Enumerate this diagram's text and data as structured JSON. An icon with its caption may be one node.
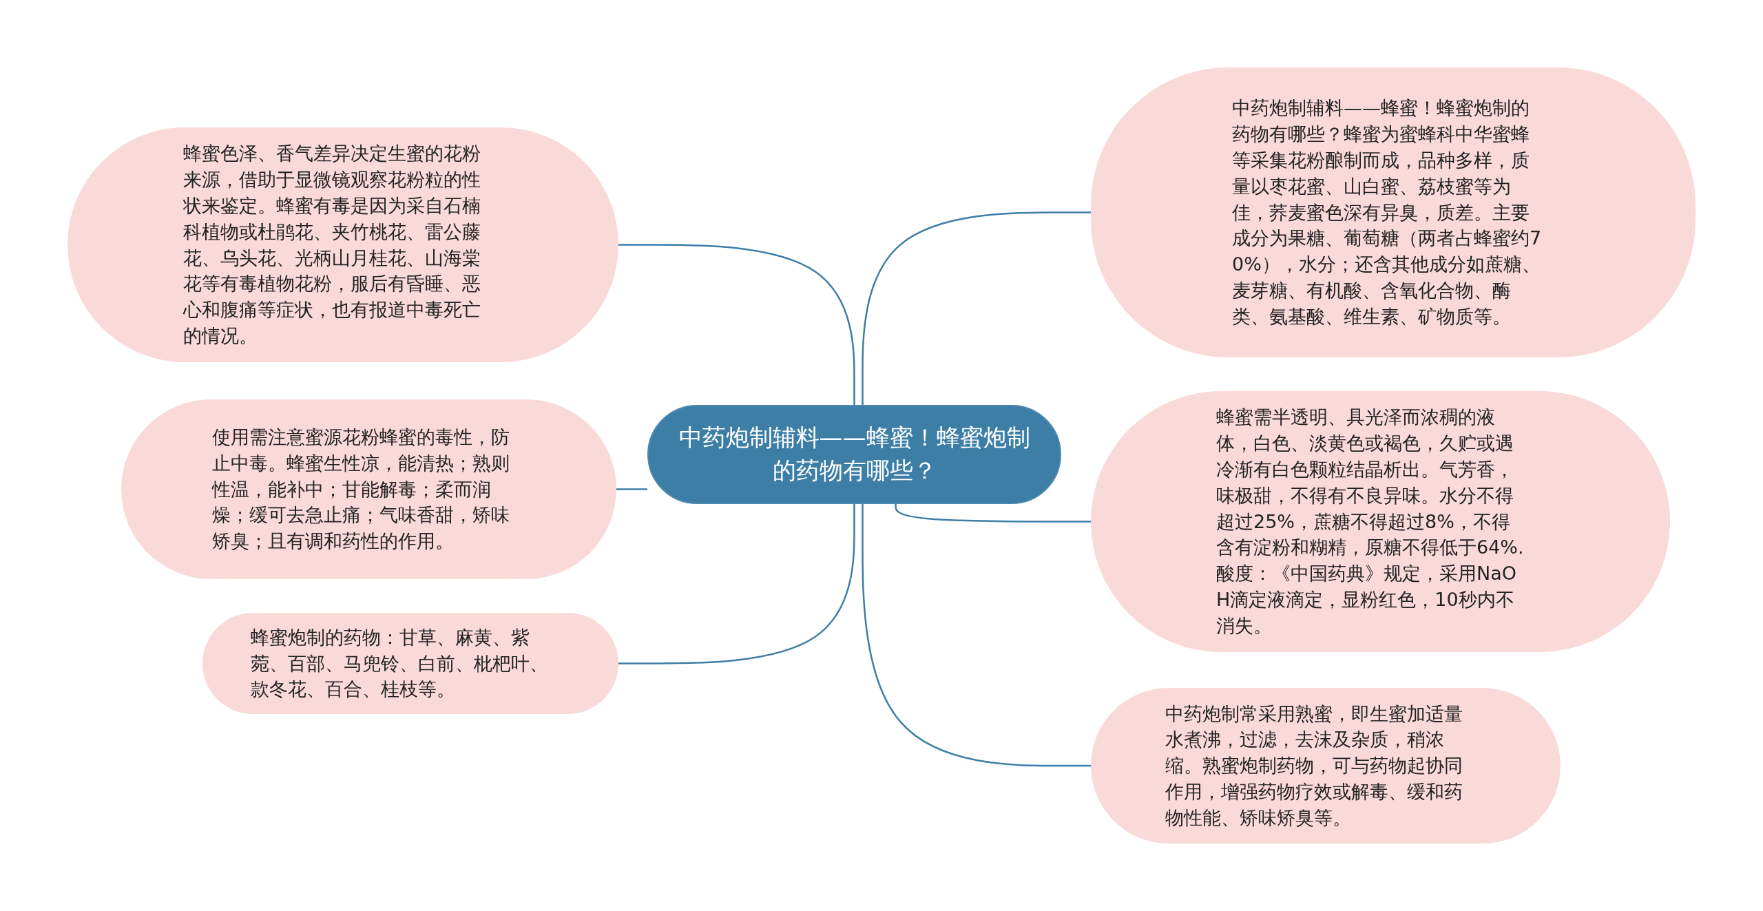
{
  "diagram": {
    "nodes": [
      {
        "text": [
          "中药炮制辅料——蜂蜜！蜂蜜炮制的药物有哪些？"
        ]
      },
      {
        "text": [
          "蜂蜜色泽、香气差异决定生蜜的花粉来源，借助于显微镜观察花粉粒的性状来鉴定。蜂蜜有毒是因为采自石楠科植物或杜鹃花、夹竹桃花、雷公藤花、乌头花、光柄山月桂花、山海棠花等有毒植物花粉，服后有昏睡、恶心和腹痛等症状，也有报道中毒死亡的情况。"
        ]
      },
      {
        "text": [
          "使用需注意蜜源花粉蜂蜜的毒性，防止中毒。蜂蜜生性凉，能清热；熟则性温，能补中；甘能解毒；柔而润燥；缓可去急止痛；气味香甜，矫味矫臭；且有调和药性的作用。"
        ]
      },
      {
        "text": [
          "蜂蜜炮制的药物：甘草、麻黄、紫菀、百部、马兜铃、白前、枇杷叶、款冬花、百合、桂枝等。"
        ]
      },
      {
        "text": [
          "中药炮制辅料——蜂蜜！蜂蜜炮制的药物有哪些？蜂蜜为蜜蜂科中华蜜蜂等采集花粉酿制而成，品种多样，质量以枣花蜜、山白蜜、荔枝蜜等为佳，荞麦蜜色深有异臭，质差。主要成分为果糖、葡萄糖（两者占蜂蜜约70%），水分；还含其他成分如蔗糖、麦芽糖、有机酸、含氧化合物、酶类、氨基酸、维生素、矿物质等。"
        ]
      },
      {
        "text": [
          "蜂蜜需半透明、具光泽而浓稠的液体，白色、淡黄色或褐色，久贮或遇冷渐有白色颗粒结晶析出。气芳香，味极甜，不得有不良异味。水分不得超过25%，蔗糖不得超过8%，不得含有淀粉和糊精，原糖不得低于64%.酸度：《中国药典》规定，采用NaOH滴定液滴定，显粉红色，10秒内不消失。"
        ]
      },
      {
        "text": [
          "中药炮制常采用熟蜜，即生蜜加适量水煮沸，过滤，去沫及杂质，稍浓缩。熟蜜炮制药物，可与药物起协同作用，增强药物疗效或解毒、缓和药物性能、矫味矫臭等。"
        ]
      }
    ],
    "edges": [
      {
        "from": 0,
        "to": 1,
        "arrow": "none"
      },
      {
        "from": 0,
        "to": 2,
        "arrow": "none"
      },
      {
        "from": 0,
        "to": 3,
        "arrow": "none"
      },
      {
        "from": 0,
        "to": 4,
        "arrow": "none"
      },
      {
        "from": 0,
        "to": 5,
        "arrow": "none"
      },
      {
        "from": 0,
        "to": 6,
        "arrow": "none"
      }
    ]
  }
}
